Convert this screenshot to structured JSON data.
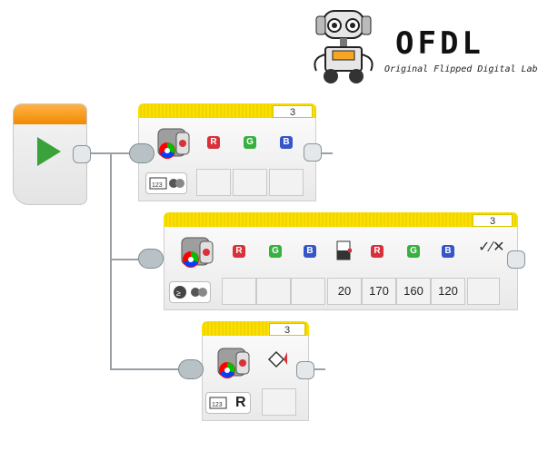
{
  "logo": {
    "title": "OFDL",
    "subtitle": "Original Flipped Digital Lab"
  },
  "start_block": {
    "icon": "play-icon"
  },
  "blocks": [
    {
      "id": "rgb-measure",
      "port_count": "3",
      "mode_icon": "measure-mode-icon",
      "channels": [
        "R",
        "G",
        "B"
      ]
    },
    {
      "id": "rgb-compare",
      "port_count": "3",
      "mode_icon": "compare-mode-icon",
      "channels": [
        "R",
        "G",
        "B"
      ],
      "thresholds": [
        "20",
        "170",
        "160",
        "120"
      ],
      "threshold_channels": [
        "R",
        "G",
        "B"
      ]
    },
    {
      "id": "color-measure",
      "port_count": "3",
      "mode_icon": "measure-mode-icon",
      "mode_letter": "R"
    }
  ]
}
